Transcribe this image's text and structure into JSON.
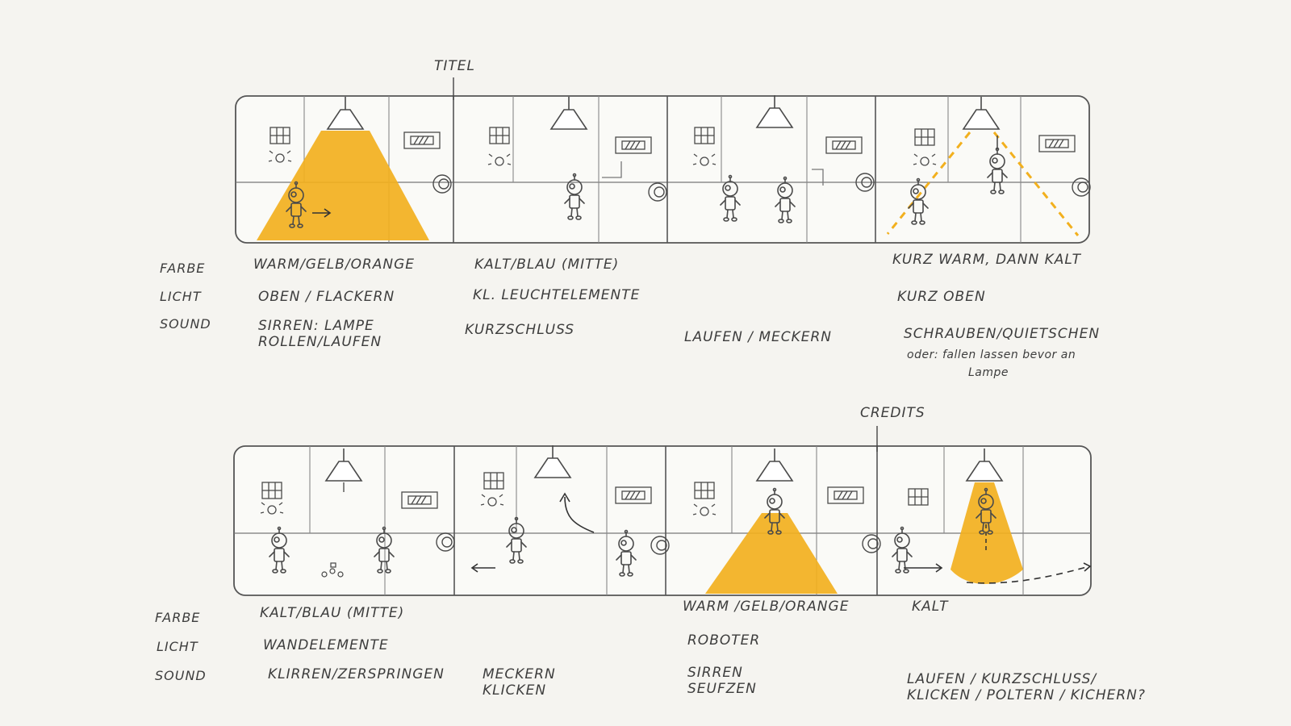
{
  "top": {
    "marker": "TITEL",
    "labels": {
      "farbe": "FARBE",
      "licht": "LICHT",
      "sound": "SOUND"
    },
    "col1": {
      "farbe": "WARM/GELB/ORANGE",
      "licht": "OBEN / FLACKERN",
      "sound1": "SIRREN: LAMPE",
      "sound2": "ROLLEN/LAUFEN"
    },
    "col2": {
      "farbe": "KALT/BLAU (MITTE)",
      "licht": "KL. LEUCHTELEMENTE",
      "sound": "KURZSCHLUSS"
    },
    "col3": {
      "sound": "LAUFEN / MECKERN"
    },
    "col4": {
      "farbe": "KURZ WARM, DANN KALT",
      "licht": "KURZ OBEN",
      "sound": "SCHRAUBEN/QUIETSCHEN",
      "note1": "oder: fallen lassen bevor an",
      "note2": "Lampe"
    }
  },
  "bottom": {
    "marker": "CREDITS",
    "labels": {
      "farbe": "FARBE",
      "licht": "LICHT",
      "sound": "SOUND"
    },
    "col1": {
      "farbe": "KALT/BLAU (MITTE)",
      "licht": "WANDELEMENTE",
      "sound": "KLIRREN/ZERSPRINGEN"
    },
    "col2": {
      "sound1": "MECKERN",
      "sound2": "KLICKEN"
    },
    "col3": {
      "farbe": "WARM /GELB/ORANGE",
      "licht": "ROBOTER",
      "sound1": "SIRREN",
      "sound2": "SEUFZEN"
    },
    "col4": {
      "farbe": "KALT",
      "sound1": "LAUFEN / KURZSCHLUSS/",
      "sound2": "KLICKEN / POLTERN / KICHERN?"
    }
  },
  "colors": {
    "paper": "#f5f4f0",
    "pencil": "#4a4a4a",
    "highlight": "#f2b01e"
  }
}
